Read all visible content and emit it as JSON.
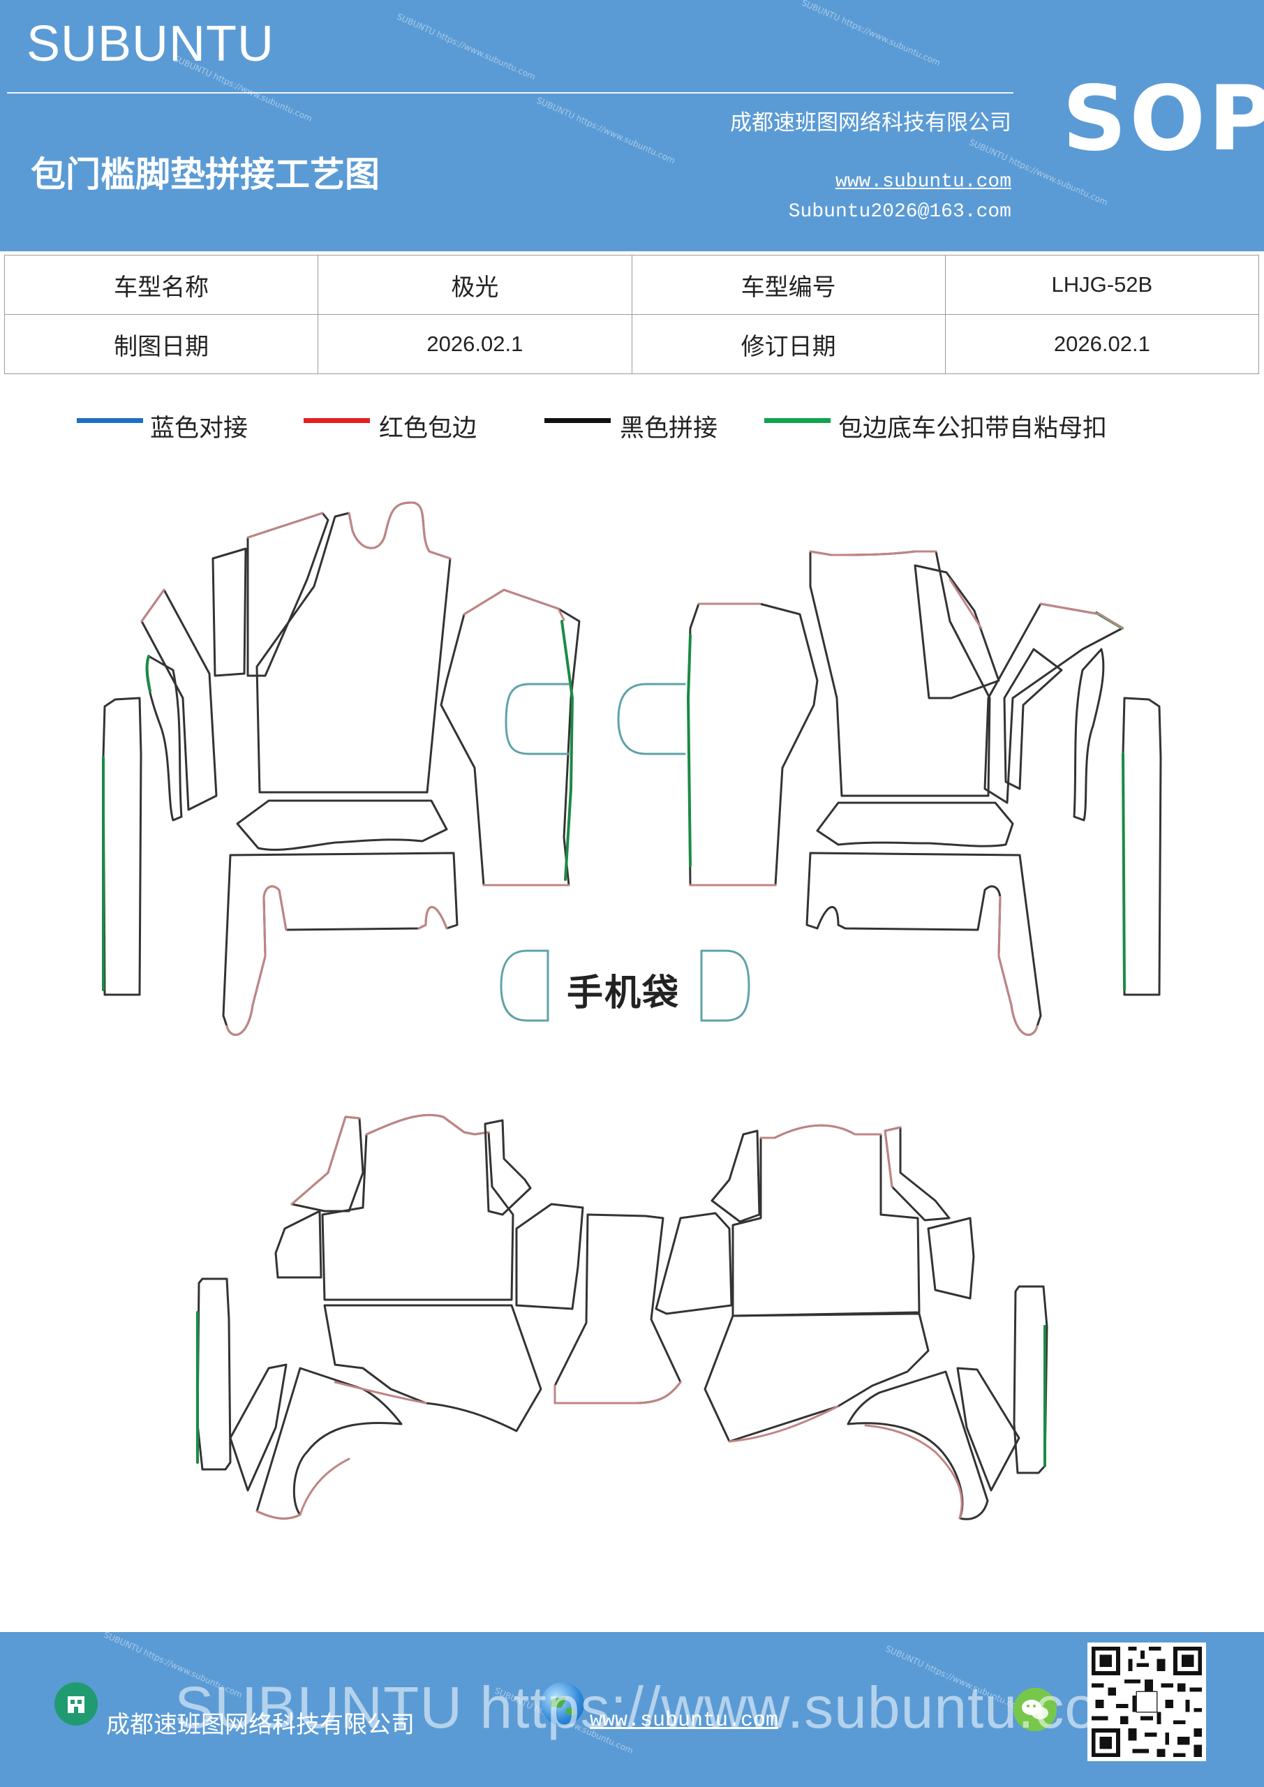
{
  "header": {
    "brand": "SUBUNTU",
    "title": "包门槛脚垫拼接工艺图",
    "company": "成都速班图网络科技有限公司",
    "website": "www.subuntu.com",
    "email": "Subuntu2026@163.com",
    "badge": "SOP"
  },
  "info_table": {
    "rows": [
      [
        "车型名称",
        "极光",
        "车型编号",
        "LHJG-52B"
      ],
      [
        "制图日期",
        "2026.02.1",
        "修订日期",
        "2026.02.1"
      ]
    ]
  },
  "legend": [
    {
      "label": "蓝色对接",
      "color": "#1f6fc1"
    },
    {
      "label": "红色包边",
      "color": "#e41f1f"
    },
    {
      "label": "黑色拼接",
      "color": "#111111"
    },
    {
      "label": "包边底车公扣带自粘母扣",
      "color": "#11a34f"
    }
  ],
  "drawing": {
    "phone_pocket_label": "手机袋",
    "stroke_colors": {
      "seam": "#333333",
      "edge": "#c08585",
      "velcro": "#1b8a45",
      "pocket": "#5fa2a8"
    }
  },
  "footer": {
    "company": "成都速班图网络科技有限公司",
    "website": "www.subuntu.com",
    "watermark": "SUBUNTU https://www.subuntu.com"
  },
  "watermark_text": "SUBUNTU https://www.subuntu.com"
}
